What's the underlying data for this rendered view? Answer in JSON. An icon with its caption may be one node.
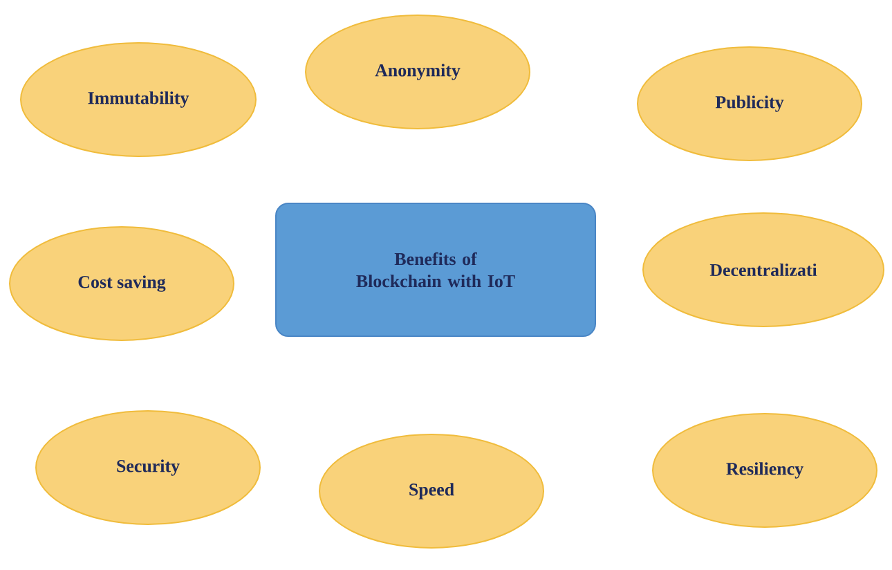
{
  "diagram": {
    "nodes": [
      {
        "text": [
          "Immutability"
        ]
      },
      {
        "text": [
          "Anonymity"
        ]
      },
      {
        "text": [
          "Publicity"
        ]
      },
      {
        "text": [
          "Benefits of Blockchain with IoT"
        ]
      },
      {
        "text": [
          "Cost saving"
        ]
      },
      {
        "text": [
          "Decentralizati"
        ]
      },
      {
        "text": [
          "Security"
        ]
      },
      {
        "text": [
          "Speed"
        ]
      },
      {
        "text": [
          "Resiliency"
        ]
      }
    ]
  }
}
